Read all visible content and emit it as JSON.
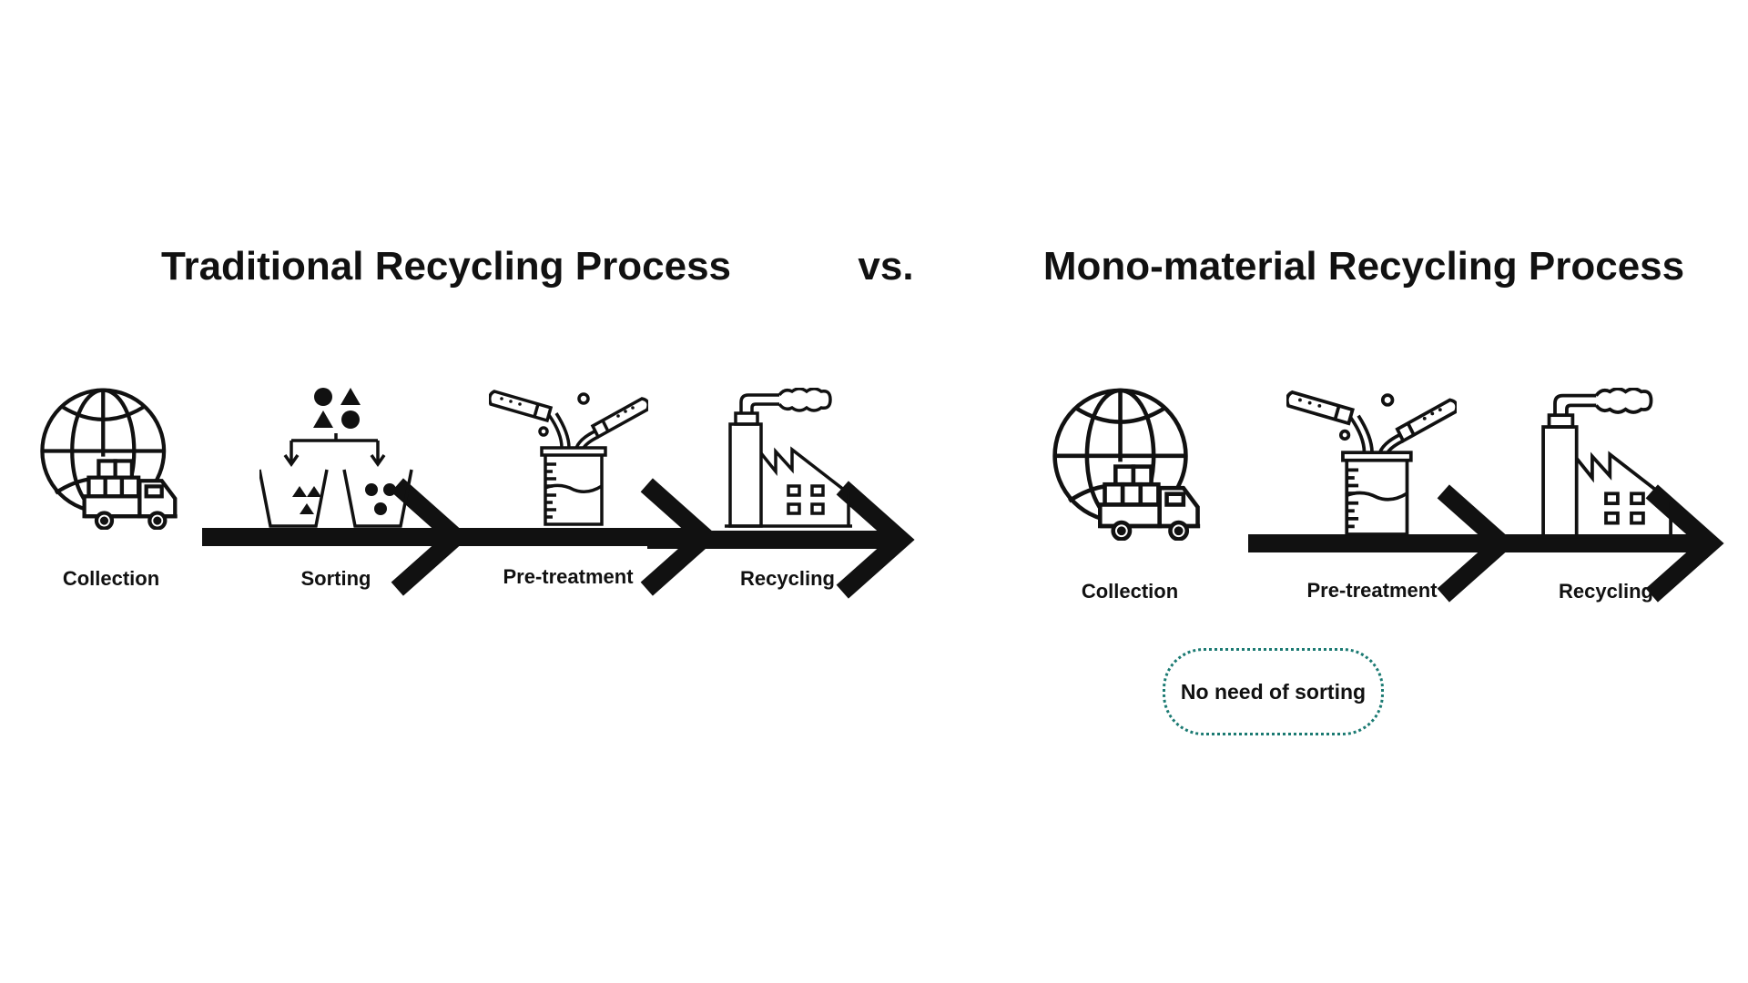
{
  "titles": {
    "traditional": "Traditional Recycling Process",
    "versus": "vs.",
    "mono": "Mono-material Recycling Process"
  },
  "traditional": {
    "steps": [
      {
        "label": "Collection",
        "icon": "globe-truck-icon"
      },
      {
        "label": "Sorting",
        "icon": "sorting-icon"
      },
      {
        "label": "Pre-treatment",
        "icon": "beaker-icon"
      },
      {
        "label": "Recycling",
        "icon": "factory-icon"
      }
    ]
  },
  "mono": {
    "steps": [
      {
        "label": "Collection",
        "icon": "globe-truck-icon"
      },
      {
        "label": "Pre-treatment",
        "icon": "beaker-icon"
      },
      {
        "label": "Recycling",
        "icon": "factory-icon"
      }
    ],
    "note": "No need of sorting"
  },
  "colors": {
    "note_border": "#1b7a72",
    "ink": "#111111"
  }
}
